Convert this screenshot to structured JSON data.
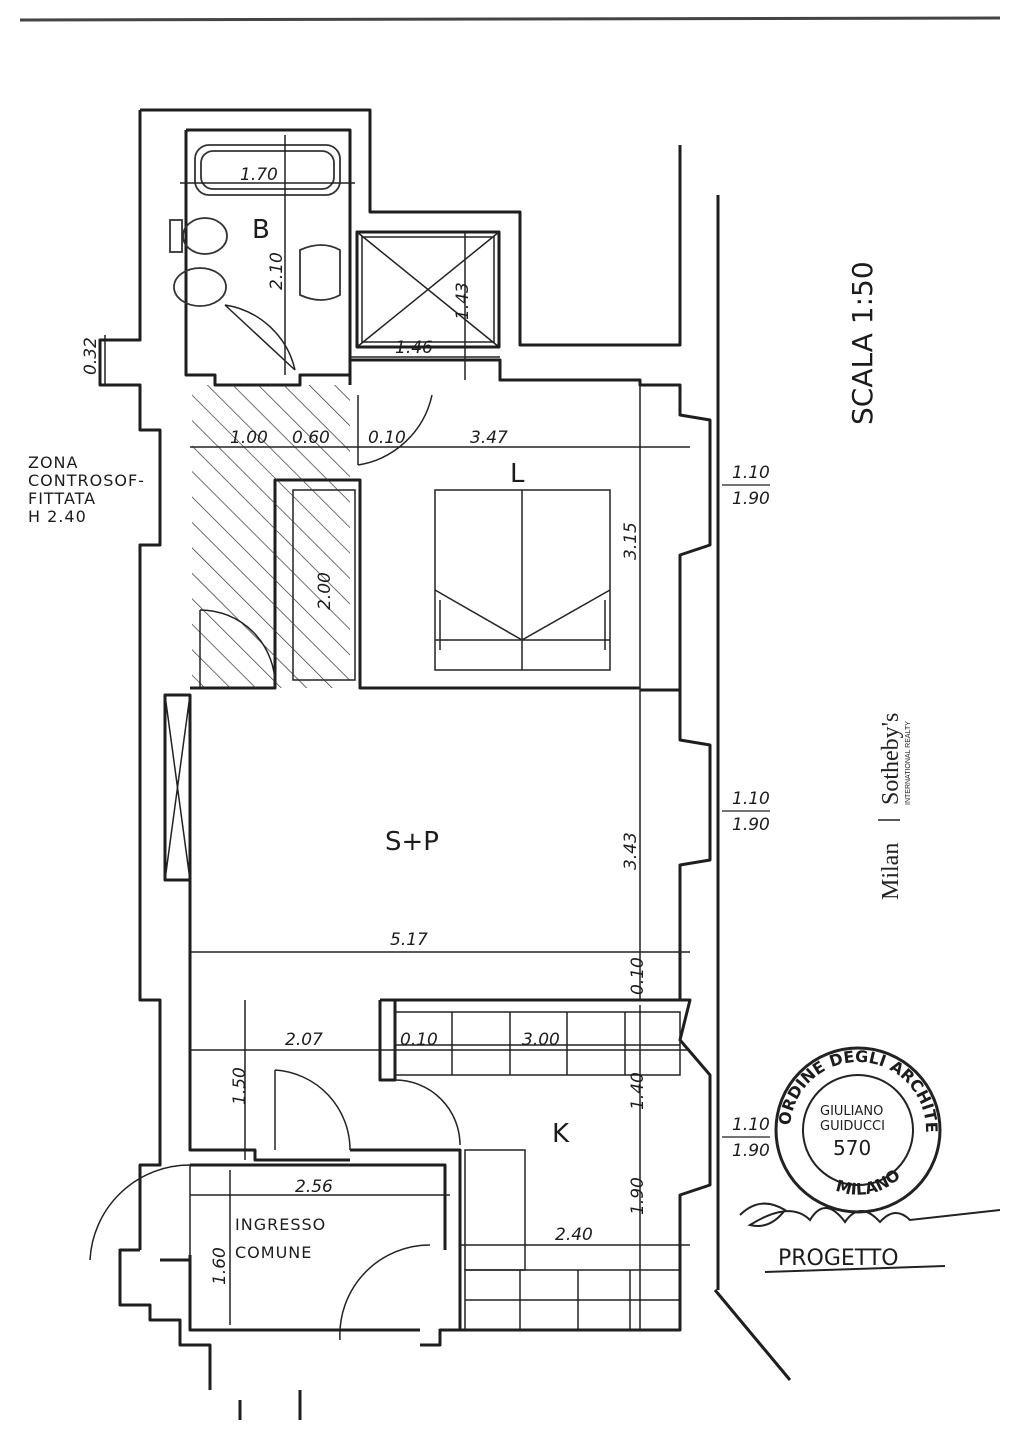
{
  "scale": "SCALA 1:50",
  "rooms": {
    "bath": "B",
    "bedroom": "L",
    "living": "S+P",
    "kitchen": "K",
    "entrance_line1": "INGRESSO",
    "entrance_line2": "COMUNE"
  },
  "zone_note": [
    "ZONA",
    "CONTROSOF-",
    "FITTATA",
    "H 2.40"
  ],
  "dimensions": {
    "tub": "1.70",
    "bath_height": "2.10",
    "closet": "1.43",
    "hall": "1.46",
    "wall_offset": "0.32",
    "zone_1": "1.00",
    "zone_2": "0.60",
    "zone_3": "0.10",
    "bedroom_width": "3.47",
    "bedroom_depth": "3.15",
    "wardrobe": "2.00",
    "living_width": "5.17",
    "living_depth": "3.43",
    "kitchen_top": "0.10",
    "corridor": "2.07",
    "wall_thin": "0.10",
    "kitchen_counter": "3.00",
    "kitchen_depth1": "1.40",
    "kitchen_depth2": "1.90",
    "kitchen_width": "2.40",
    "corridor_depth": "1.50",
    "entrance_width": "2.56",
    "entrance_depth": "1.60"
  },
  "windows": [
    {
      "top": "1.10",
      "bottom": "1.90"
    },
    {
      "top": "1.10",
      "bottom": "1.90"
    },
    {
      "top": "1.10",
      "bottom": "1.90"
    }
  ],
  "logo": {
    "city": "Milan",
    "brand": "Sotheby's",
    "sub": "INTERNATIONAL REALTY"
  },
  "stamp": {
    "top_text": "ORDINE DEGLI ARCHITETTI",
    "bottom_text": "MILANO",
    "name1": "GIULIANO",
    "name2": "GUIDUCCI",
    "number": "570"
  },
  "progetto": "PROGETTO"
}
